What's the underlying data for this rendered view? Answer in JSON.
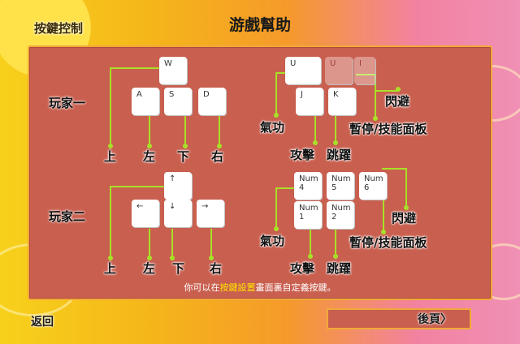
{
  "header": {
    "title": "游戲幫助",
    "section": "按鍵控制"
  },
  "player1": {
    "label": "玩家一",
    "keys": {
      "up": "W",
      "left": "A",
      "down": "S",
      "right": "D",
      "qigong": "U",
      "attack": "J",
      "jump": "K",
      "ghost1": "U",
      "ghost2": "I"
    },
    "dir_labels": {
      "up": "上",
      "left": "左",
      "down": "下",
      "right": "右"
    },
    "action_labels": {
      "qigong": "氣功",
      "attack": "攻擊",
      "jump": "跳躍",
      "pause": "暫停/技能面板",
      "dodge": "閃避"
    }
  },
  "player2": {
    "label": "玩家二",
    "keys": {
      "up": "↑",
      "left": "←",
      "down": "↓",
      "right": "→",
      "num4": "Num\n4",
      "num5": "Num\n5",
      "num6": "Num\n6",
      "num1": "Num\n1",
      "num2": "Num\n2"
    },
    "dir_labels": {
      "up": "上",
      "left": "左",
      "down": "下",
      "right": "右"
    },
    "action_labels": {
      "qigong": "氣功",
      "attack": "攻擊",
      "jump": "跳躍",
      "pause": "暫停/技能面板",
      "dodge": "閃避"
    }
  },
  "note": {
    "pre": "你可以在",
    "link": "按鍵設置",
    "post": "畫面裏自定義按鍵。"
  },
  "footer": {
    "back": "返回",
    "next": "後頁〉"
  },
  "colors": {
    "panel": "#c95f4f",
    "line": "#a8e028",
    "border": "#f0a93a"
  }
}
